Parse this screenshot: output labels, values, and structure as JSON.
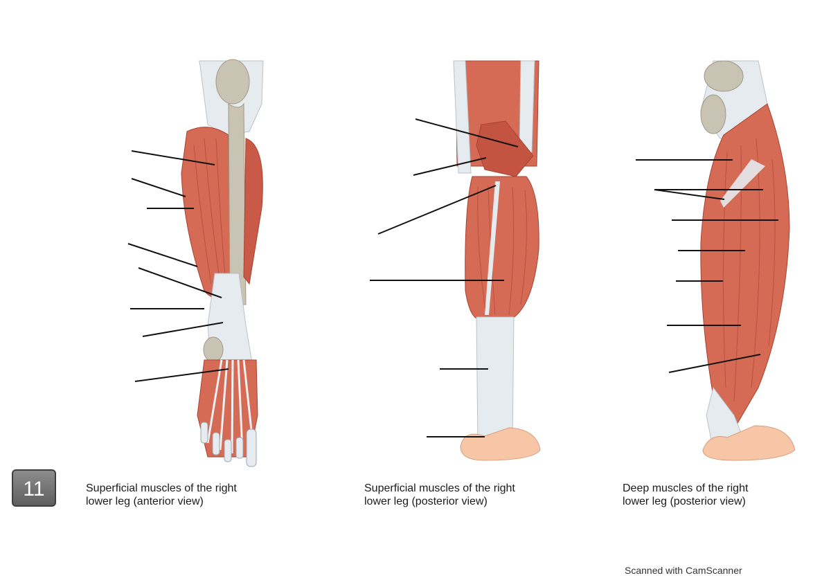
{
  "page_number": "11",
  "panels": [
    {
      "caption": "Superficial muscles of the right\nlower leg (anterior view)"
    },
    {
      "caption": "Superficial muscles of the right\nlower leg (posterior view)"
    },
    {
      "caption": "Deep muscles of the right\nlower leg (posterior view)"
    }
  ],
  "footer": "Scanned with CamScanner",
  "colors": {
    "muscle": "#d56a55",
    "muscle_dark": "#a9402f",
    "tendon": "#e6ebef",
    "bone": "#c9c3b4",
    "skin": "#f6c6a6",
    "leader_line": "#111111"
  }
}
